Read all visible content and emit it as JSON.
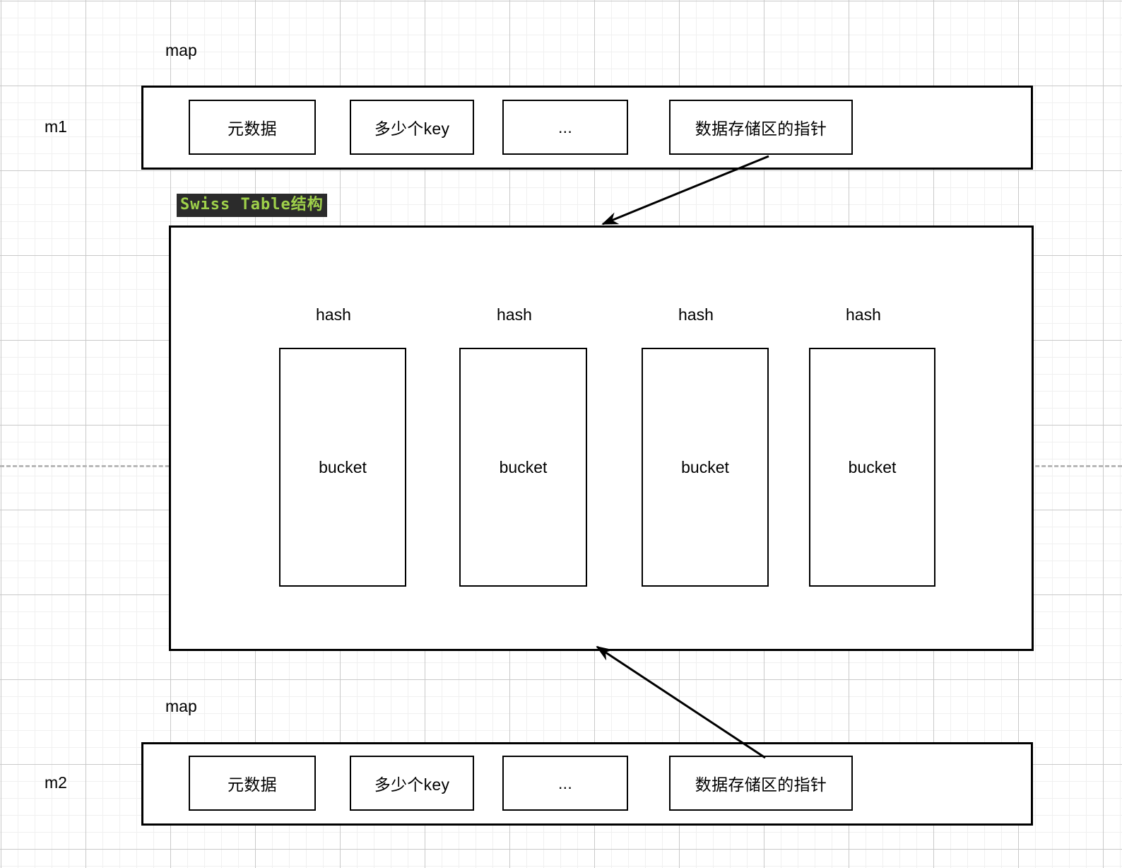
{
  "diagram": {
    "title_tag": "Swiss Table结构",
    "accent_green": "#9fd14a",
    "tag_background": "#2b2b2b",
    "stroke_color": "#000000",
    "grid_minor_color": "#f0f0f0",
    "grid_major_color": "#c9c9c9",
    "guide_line_color": "#b8b8b8"
  },
  "maps": [
    {
      "side_label": "m1",
      "top_label": "map",
      "fields": [
        {
          "label": "元数据"
        },
        {
          "label": "多少个key"
        },
        {
          "label": "..."
        },
        {
          "label": "数据存储区的指针"
        }
      ]
    },
    {
      "side_label": "m2",
      "top_label": "map",
      "fields": [
        {
          "label": "元数据"
        },
        {
          "label": "多少个key"
        },
        {
          "label": "..."
        },
        {
          "label": "数据存储区的指针"
        }
      ]
    }
  ],
  "swiss_table": {
    "tag_label": "Swiss Table结构",
    "slots": [
      {
        "hash_label": "hash",
        "bucket_label": "bucket"
      },
      {
        "hash_label": "hash",
        "bucket_label": "bucket"
      },
      {
        "hash_label": "hash",
        "bucket_label": "bucket"
      },
      {
        "hash_label": "hash",
        "bucket_label": "bucket"
      }
    ]
  },
  "arrows": [
    {
      "name": "m1-pointer-to-swiss-table",
      "from": "m1 数据存储区的指针",
      "to": "Swiss Table结构"
    },
    {
      "name": "m2-pointer-to-swiss-table",
      "from": "m2 数据存储区的指针",
      "to": "Swiss Table结构"
    }
  ]
}
